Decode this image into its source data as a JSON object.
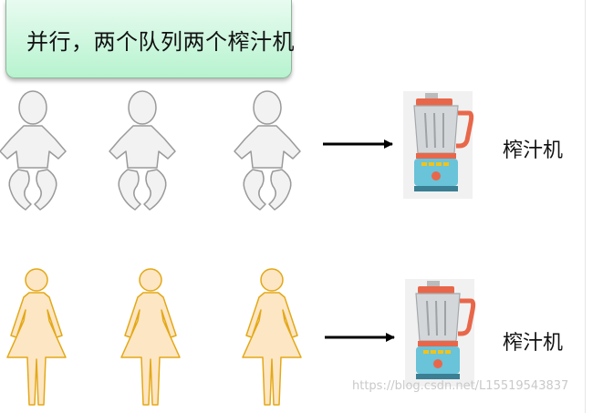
{
  "title": "并行，两个队列两个榨汁机",
  "juicer_label": "榨汁机",
  "watermark": "https://blog.csdn.net/L15519543837",
  "queues": [
    {
      "people": "babies",
      "people_count": 3,
      "arrow": "right-arrow",
      "juicer": "blender"
    },
    {
      "people": "women",
      "people_count": 3,
      "arrow": "right-arrow",
      "juicer": "blender"
    }
  ],
  "colors": {
    "title_fill_top": "#e8fbf0",
    "title_fill_bottom": "#b7f3cf",
    "baby_fill": "#f2f2f2",
    "baby_stroke": "#9a9a9a",
    "woman_fill": "#fde6c4",
    "woman_stroke": "#e3a817",
    "blender_jar": "#cfd3d6",
    "blender_lid": "#e8674a",
    "blender_base": "#69c3d9"
  }
}
